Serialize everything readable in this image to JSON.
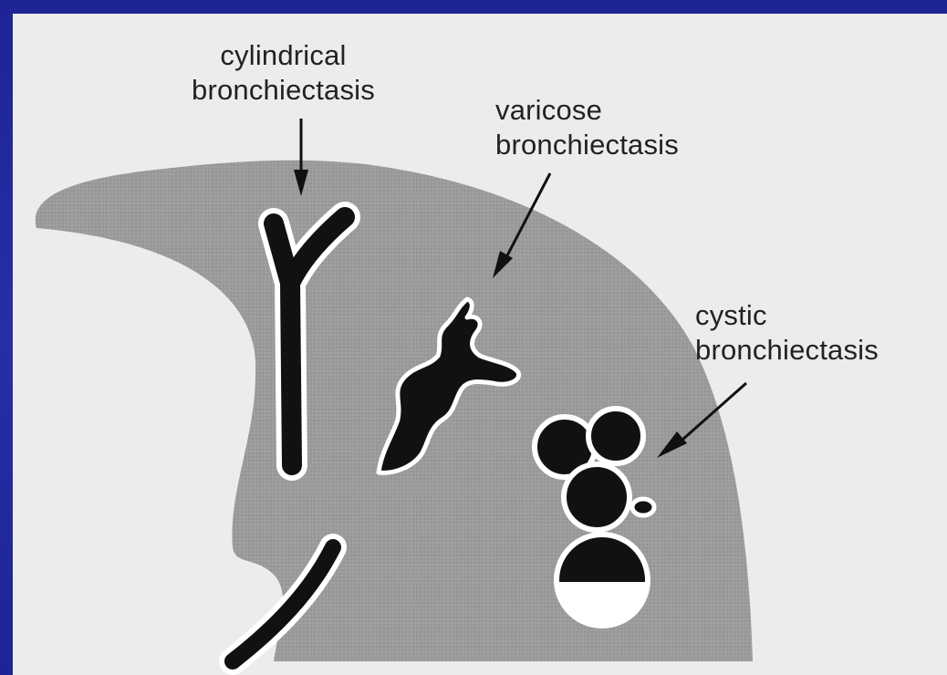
{
  "labels": {
    "cylindrical": {
      "line1": "cylindrical",
      "line2": "bronchiectasis"
    },
    "varicose": {
      "line1": "varicose",
      "line2": "bronchiectasis"
    },
    "cystic": {
      "line1": "cystic",
      "line2": "bronchiectasis"
    }
  },
  "colors": {
    "frame": "#22289a",
    "paper": "#ececec",
    "lung": "#9a9a9a",
    "airway": "#111111",
    "outline": "#ffffff",
    "text": "#222222"
  }
}
